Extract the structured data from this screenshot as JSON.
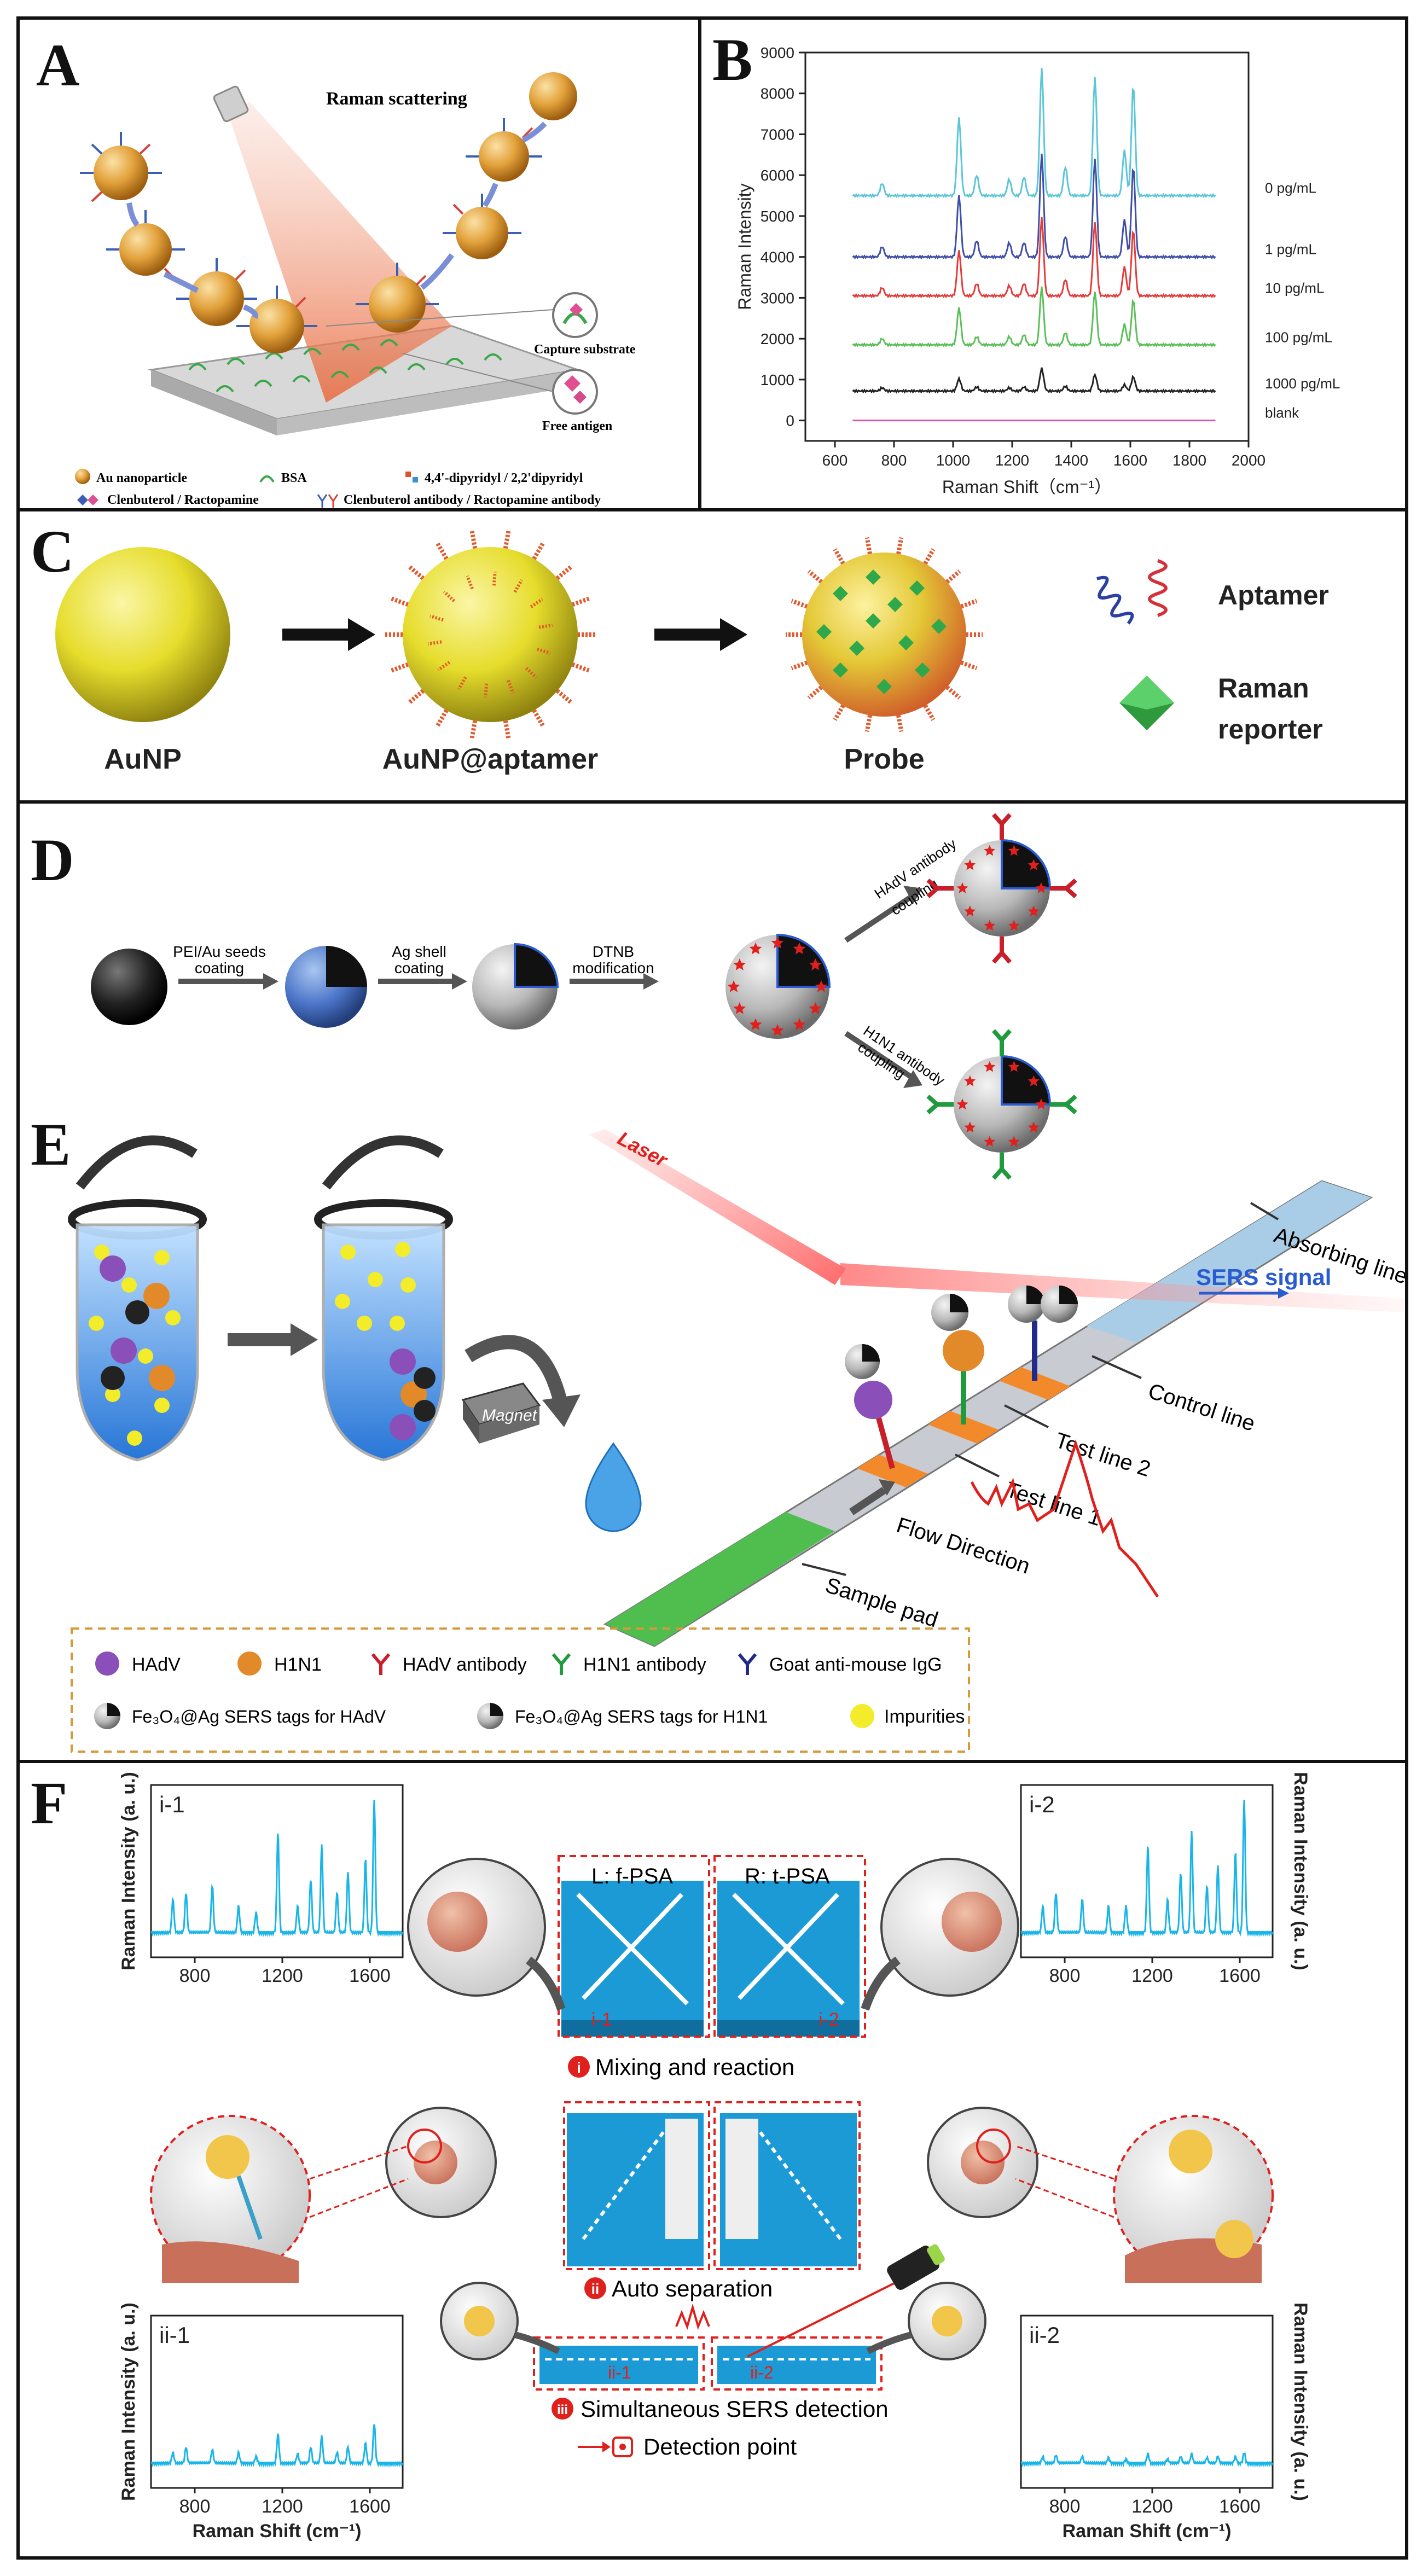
{
  "panelA": {
    "letter": "A",
    "title": "Raman scattering",
    "callout_capture": "Capture substrate",
    "callout_free": "Free antigen",
    "legend": [
      "Au nanoparticle",
      "BSA",
      "4,4'-dipyridyl / 2,2'dipyridyl",
      "Clenbuterol / Ractopamine",
      "Clenbuterol antibody / Ractopamine antibody"
    ]
  },
  "panelB": {
    "letter": "B"
  },
  "chart_data": [
    {
      "type": "line",
      "panel": "B",
      "xlabel": "Raman Shift（cm⁻¹）",
      "ylabel": "Raman Intensity",
      "xlim": [
        500,
        2000
      ],
      "ylim": [
        -500,
        9000
      ],
      "xticks": [
        600,
        800,
        1000,
        1200,
        1400,
        1600,
        1800,
        2000
      ],
      "yticks": [
        0,
        1000,
        2000,
        3000,
        4000,
        5000,
        6000,
        7000,
        8000,
        9000
      ],
      "peaks": [
        760,
        1020,
        1080,
        1190,
        1240,
        1300,
        1380,
        1480,
        1580,
        1610
      ],
      "series": [
        {
          "name": "0 pg/mL",
          "color": "#5bc6d8",
          "baseline": 5500,
          "heights": [
            300,
            1900,
            500,
            400,
            450,
            3100,
            700,
            2900,
            1100,
            2700
          ]
        },
        {
          "name": "1 pg/mL",
          "color": "#3f4fa8",
          "baseline": 4000,
          "heights": [
            250,
            1500,
            400,
            350,
            350,
            2500,
            500,
            2400,
            900,
            2200
          ]
        },
        {
          "name": "10 pg/mL",
          "color": "#e63b3b",
          "baseline": 3050,
          "heights": [
            200,
            1100,
            300,
            250,
            300,
            1900,
            400,
            1800,
            700,
            1600
          ]
        },
        {
          "name": "100 pg/mL",
          "color": "#5cc05a",
          "baseline": 1850,
          "heights": [
            150,
            900,
            200,
            200,
            250,
            1400,
            300,
            1300,
            500,
            1100
          ]
        },
        {
          "name": "1000 pg/mL",
          "color": "#222222",
          "baseline": 720,
          "heights": [
            80,
            300,
            100,
            80,
            100,
            550,
            120,
            400,
            150,
            350
          ]
        },
        {
          "name": "blank",
          "color": "#e04fb8",
          "baseline": 0,
          "heights": [
            0,
            0,
            0,
            0,
            0,
            0,
            0,
            0,
            0,
            0
          ]
        }
      ]
    },
    {
      "type": "line",
      "panel": "F",
      "subplot": "i-1",
      "xlabel": "",
      "ylabel": "Raman Intensity (a. u.)",
      "xlim": [
        600,
        1750
      ],
      "xticks": [
        800,
        1200,
        1600
      ],
      "peaks": [
        700,
        760,
        880,
        1000,
        1080,
        1180,
        1270,
        1330,
        1380,
        1450,
        1500,
        1580,
        1620
      ],
      "heights": [
        0.25,
        0.3,
        0.35,
        0.2,
        0.15,
        0.75,
        0.2,
        0.4,
        0.65,
        0.3,
        0.45,
        0.55,
        1.0
      ]
    },
    {
      "type": "line",
      "panel": "F",
      "subplot": "i-2",
      "xlabel": "",
      "ylabel": "Raman Intensity (a. u.)",
      "xlim": [
        600,
        1750
      ],
      "xticks": [
        800,
        1200,
        1600
      ],
      "peaks": [
        700,
        760,
        880,
        1000,
        1080,
        1180,
        1270,
        1330,
        1380,
        1450,
        1500,
        1580,
        1620
      ],
      "heights": [
        0.2,
        0.3,
        0.25,
        0.2,
        0.2,
        0.65,
        0.25,
        0.45,
        0.75,
        0.35,
        0.5,
        0.6,
        1.0
      ]
    },
    {
      "type": "line",
      "panel": "F",
      "subplot": "ii-1",
      "xlabel": "Raman Shift (cm⁻¹)",
      "ylabel": "Raman Intensity (a. u.)",
      "xlim": [
        600,
        1750
      ],
      "xticks": [
        800,
        1200,
        1600
      ],
      "peaks": [
        700,
        760,
        880,
        1000,
        1080,
        1180,
        1270,
        1330,
        1380,
        1450,
        1500,
        1580,
        1620
      ],
      "heights": [
        0.08,
        0.12,
        0.1,
        0.08,
        0.05,
        0.22,
        0.07,
        0.12,
        0.2,
        0.08,
        0.12,
        0.15,
        0.3
      ]
    },
    {
      "type": "line",
      "panel": "F",
      "subplot": "ii-2",
      "xlabel": "Raman Shift (cm⁻¹)",
      "ylabel": "Raman Intensity (a. u.)",
      "xlim": [
        600,
        1750
      ],
      "xticks": [
        800,
        1200,
        1600
      ],
      "peaks": [
        700,
        760,
        880,
        1000,
        1080,
        1180,
        1270,
        1330,
        1380,
        1450,
        1500,
        1580,
        1620
      ],
      "heights": [
        0.05,
        0.06,
        0.05,
        0.04,
        0.03,
        0.07,
        0.03,
        0.05,
        0.07,
        0.04,
        0.05,
        0.05,
        0.08
      ]
    }
  ],
  "panelC": {
    "letter": "C",
    "labels": [
      "AuNP",
      "AuNP@aptamer",
      "Probe"
    ],
    "legend_aptamer": "Aptamer",
    "legend_raman": [
      "Raman",
      "reporter"
    ]
  },
  "panelD": {
    "letter": "D",
    "step1": [
      "PEI/Au seeds",
      "coating"
    ],
    "step2": [
      "Ag shell",
      "coating"
    ],
    "step3": [
      "DTNB",
      "modification"
    ],
    "branch_top": [
      "HAdV antibody",
      "coupling"
    ],
    "branch_bottom": [
      "H1N1 antibody",
      "coupling"
    ]
  },
  "panelE": {
    "letter": "E",
    "magnet": "Magnet",
    "laser": "Laser",
    "sers_signal": "SERS signal",
    "absorbing_line": "Absorbing line",
    "control_line": "Control line",
    "test_line_2": "Test line 2",
    "test_line_1": "Test line 1",
    "flow_direction": "Flow Direction",
    "sample_pad": "Sample pad",
    "legend": [
      "HAdV",
      "H1N1",
      "HAdV antibody",
      "H1N1 antibody",
      "Goat anti-mouse IgG",
      "Fe₃O₄@Ag SERS tags for HAdV",
      "Fe₃O₄@Ag SERS tags for H1N1",
      "Impurities"
    ]
  },
  "panelF": {
    "letter": "F",
    "label_left": "L: f-PSA",
    "label_right": "R: t-PSA",
    "chip_mark_1": "i-1",
    "chip_mark_2": "i-2",
    "step_i_num": "i",
    "step_i": "Mixing and reaction",
    "step_ii_num": "ii",
    "step_ii": "Auto separation",
    "step_iii_num": "iii",
    "step_iii": "Simultaneous  SERS detection",
    "detection_point": "Detection point",
    "bottom_mark_1": "ii-1",
    "bottom_mark_2": "ii-2"
  },
  "colors": {
    "gold": "#e2a13a",
    "yellow": "#e8e23a",
    "red_dash": "#e0201c",
    "chip_blue": "#29a8df",
    "spectrum_cyan": "#19b5e8"
  }
}
